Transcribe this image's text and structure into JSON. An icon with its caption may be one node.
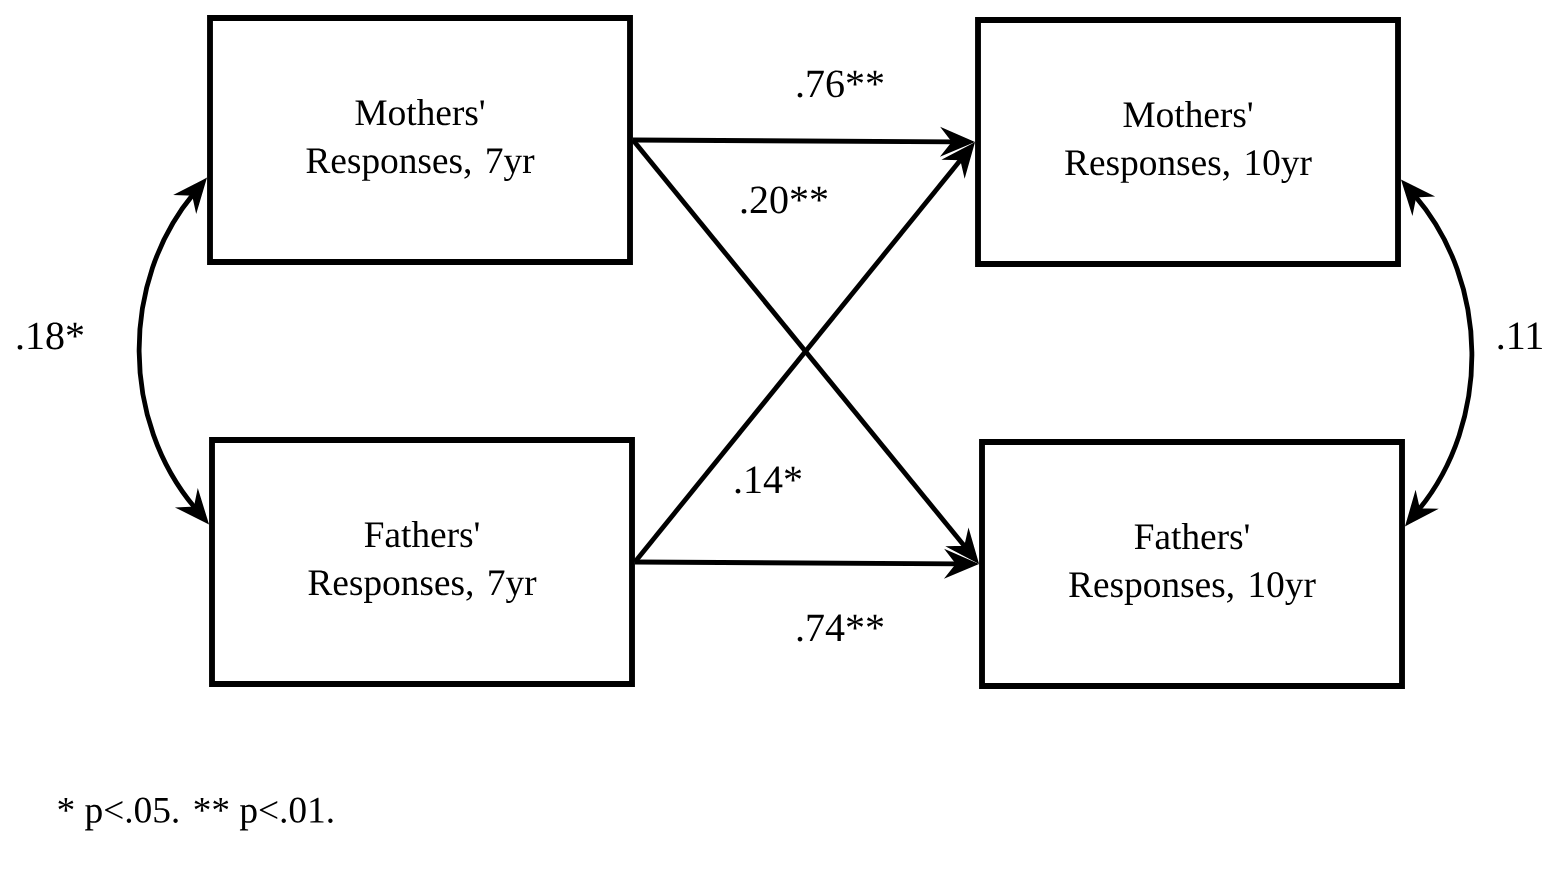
{
  "diagram": {
    "nodes": [
      {
        "text": [
          "Mothers' Responses, 7yr"
        ]
      },
      {
        "text": [
          "Mothers' Responses, 10yr"
        ]
      },
      {
        "text": [
          "Fathers' Responses, 7yr"
        ]
      },
      {
        "text": [
          "Fathers' Responses, 10yr"
        ]
      }
    ],
    "edges": [
      {
        "from": 0,
        "to": 1,
        "arrow": "to",
        "label": ".76**"
      },
      {
        "from": 0,
        "to": 3,
        "arrow": "to",
        "label": ".20**"
      },
      {
        "from": 2,
        "to": 1,
        "arrow": "to",
        "label": ".14*"
      },
      {
        "from": 2,
        "to": 3,
        "arrow": "to",
        "label": ".74**"
      },
      {
        "from": 0,
        "to": 2,
        "arrow": "both",
        "label": ".18*"
      },
      {
        "from": 1,
        "to": 3,
        "arrow": "both",
        "label": ".11"
      }
    ],
    "labels": [
      "* p<.05.  ** p<.01."
    ]
  }
}
